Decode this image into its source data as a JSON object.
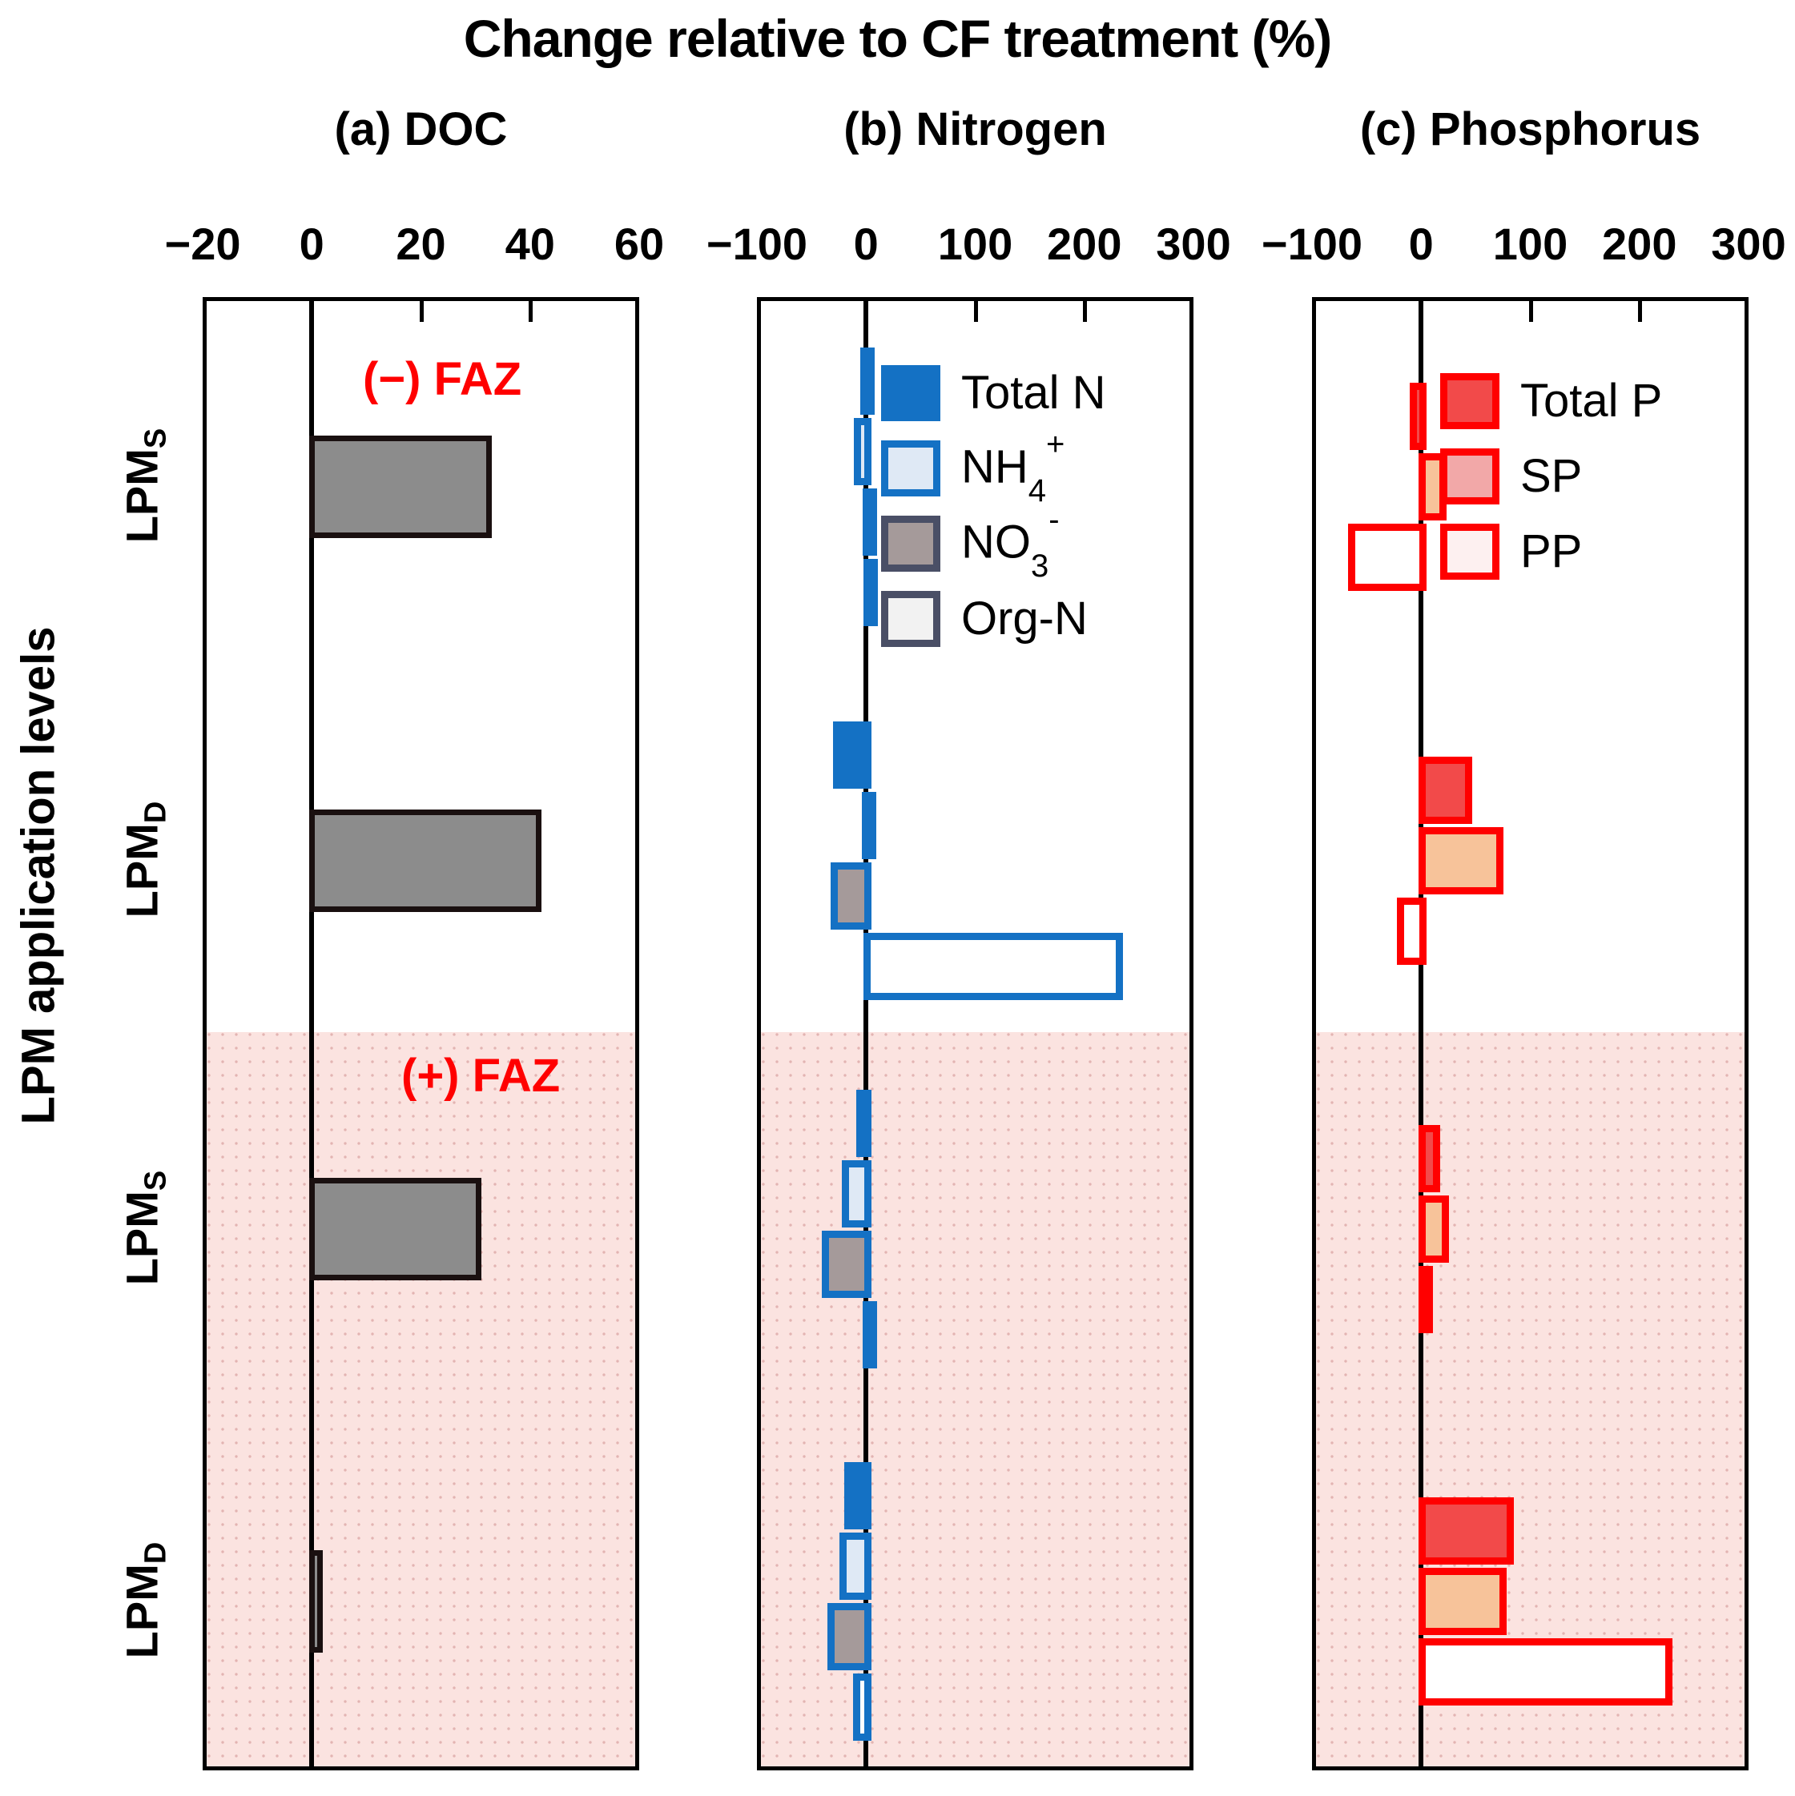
{
  "figure": {
    "supertitle": "Change relative to CF treatment (%)",
    "y_axis_title": "LPM application levels",
    "annotations": [
      {
        "text": "(−) FAZ",
        "zone": "negative-faz",
        "color": "#ff0000"
      },
      {
        "text": "(+) FAZ",
        "zone": "positive-faz",
        "color": "#ff0000"
      }
    ],
    "y_categories": [
      {
        "label": "LPM",
        "sub": "S",
        "zone": "(−) FAZ"
      },
      {
        "label": "LPM",
        "sub": "D",
        "zone": "(−) FAZ"
      },
      {
        "label": "LPM",
        "sub": "S",
        "zone": "(+) FAZ"
      },
      {
        "label": "LPM",
        "sub": "D",
        "zone": "(+) FAZ"
      }
    ]
  },
  "chart_data": [
    {
      "type": "bar",
      "orientation": "horizontal",
      "panel": "a",
      "title": "(a) DOC",
      "xlabel": "",
      "ylabel": "LPM application levels",
      "xlim": [
        -20,
        60
      ],
      "xticks": [
        -20,
        0,
        20,
        40,
        60
      ],
      "xticklabels": [
        "−20",
        "0",
        "20",
        "40",
        "60"
      ],
      "grid": false,
      "categories": [
        "LPM_S (−FAZ)",
        "LPM_D (−FAZ)",
        "LPM_S (+FAZ)",
        "LPM_D (+FAZ)"
      ],
      "series": [
        {
          "name": "DOC",
          "values": [
            32,
            41,
            30,
            1
          ],
          "fill": "#8c8c8c",
          "edge": "#1a1010"
        }
      ]
    },
    {
      "type": "bar",
      "orientation": "horizontal",
      "panel": "b",
      "title": "(b) Nitrogen",
      "xlabel": "",
      "ylabel": "",
      "xlim": [
        -100,
        300
      ],
      "xticks": [
        -100,
        0,
        100,
        200,
        300
      ],
      "xticklabels": [
        "−100",
        "0",
        "100",
        "200",
        "300"
      ],
      "grid": false,
      "legend_position": "upper-center",
      "categories": [
        "LPM_S (−FAZ)",
        "LPM_D (−FAZ)",
        "LPM_S (+FAZ)",
        "LPM_D (+FAZ)"
      ],
      "series": [
        {
          "name": "Total N",
          "values": [
            -3,
            -28,
            -7,
            -18
          ],
          "fill": "#1471c4",
          "edge": "#1471c4"
        },
        {
          "name": "NH4+",
          "values": [
            -9,
            -2,
            -20,
            -22
          ],
          "fill": "#dfe9f5",
          "edge": "#1471c4"
        },
        {
          "name": "NO3-",
          "values": [
            -1,
            -30,
            -38,
            -33
          ],
          "fill": "#a59a9a",
          "edge": "#1471c4"
        },
        {
          "name": "Org-N",
          "values": [
            2,
            230,
            -1,
            -10
          ],
          "fill": "#ffffff",
          "edge": "#1471c4"
        }
      ]
    },
    {
      "type": "bar",
      "orientation": "horizontal",
      "panel": "c",
      "title": "(c) Phosphorus",
      "xlabel": "",
      "ylabel": "",
      "xlim": [
        -100,
        300
      ],
      "xticks": [
        -100,
        0,
        100,
        200,
        300
      ],
      "xticklabels": [
        "−100",
        "0",
        "100",
        "200",
        "300"
      ],
      "grid": false,
      "legend_position": "upper-center",
      "categories": [
        "LPM_S (−FAZ)",
        "LPM_D (−FAZ)",
        "LPM_S (+FAZ)",
        "LPM_D (+FAZ)"
      ],
      "series": [
        {
          "name": "Total P",
          "values": [
            -8,
            42,
            12,
            80
          ],
          "fill": "#f24a4a",
          "edge": "#ff0000"
        },
        {
          "name": "SP",
          "values": [
            18,
            70,
            20,
            73
          ],
          "fill": "#f7c39a",
          "edge": "#ff0000"
        },
        {
          "name": "PP",
          "values": [
            -65,
            -20,
            1,
            225
          ],
          "fill": "#ffffff",
          "edge": "#ff0000"
        }
      ]
    }
  ],
  "legends": {
    "nitrogen": [
      {
        "label": "Total N",
        "html": "Total N",
        "fill": "#1471c4",
        "edge": "#1471c4"
      },
      {
        "label": "NH4+",
        "html": "NH<sub>4</sub><sup>+</sup>",
        "fill": "#dfe9f5",
        "edge": "#1471c4"
      },
      {
        "label": "NO3-",
        "html": "NO<sub>3</sub><sup>-</sup>",
        "fill": "#a59a9a",
        "edge": "#4a4f66"
      },
      {
        "label": "Org-N",
        "html": "Org-N",
        "fill": "#f2f2f2",
        "edge": "#4a4f66"
      }
    ],
    "phosphorus": [
      {
        "label": "Total P",
        "html": "Total P",
        "fill": "#f24a4a",
        "edge": "#ff0000"
      },
      {
        "label": "SP",
        "html": "SP",
        "fill": "#f2a8a8",
        "edge": "#ff0000"
      },
      {
        "label": "PP",
        "html": "PP",
        "fill": "#fdf0f0",
        "edge": "#ff0000"
      }
    ]
  },
  "colors": {
    "faz_text": "#ff0000",
    "shade_band": "#fbe3e0",
    "axis": "#000000"
  }
}
